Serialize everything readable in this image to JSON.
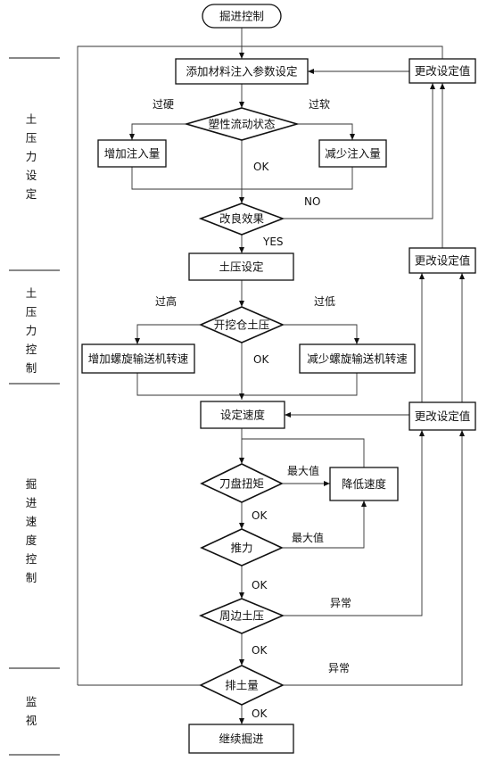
{
  "sections": {
    "soil_pressure_setting": "土压力设定",
    "soil_pressure_control": "土压力控制",
    "advance_speed_control": "掘进速度控制",
    "monitoring": "监视"
  },
  "nodes": {
    "start": "掘进控制",
    "add_material": "添加材料注入参数设定",
    "plastic_flow": "塑性流动状态",
    "increase_injection": "增加注入量",
    "decrease_injection": "减少注入量",
    "improvement_effect": "改良效果",
    "change_setting_1": "更改设定值",
    "change_setting_2": "更改设定值",
    "change_setting_3": "更改设定值",
    "soil_pressure_set": "土压设定",
    "chamber_pressure": "开挖仓土压",
    "increase_screw": "增加螺旋输送机转速",
    "decrease_screw": "减少螺旋输送机转速",
    "set_speed": "设定速度",
    "cutter_torque": "刀盘扭矩",
    "reduce_speed": "降低速度",
    "thrust": "推力",
    "surrounding_pressure": "周边土压",
    "discharge": "排土量",
    "continue": "继续掘进"
  },
  "edge_labels": {
    "too_hard": "过硬",
    "too_soft": "过软",
    "ok_1": "OK",
    "no": "NO",
    "yes": "YES",
    "too_high": "过高",
    "too_low": "过低",
    "ok_2": "OK",
    "max_1": "最大值",
    "ok_3": "OK",
    "max_2": "最大值",
    "ok_4": "OK",
    "abnormal_1": "异常",
    "ok_5": "OK",
    "abnormal_2": "异常",
    "ok_6": "OK"
  }
}
